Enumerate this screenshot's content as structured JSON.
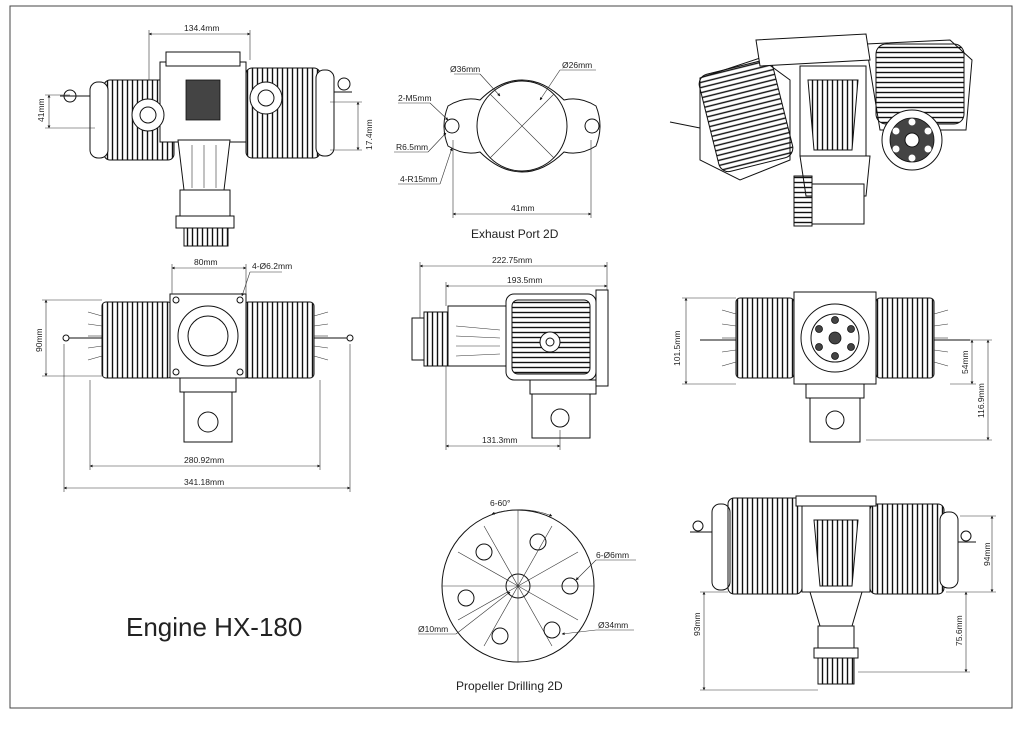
{
  "title": "Engine HX-180",
  "captions": {
    "exhaust": "Exhaust Port 2D",
    "propeller": "Propeller Drilling 2D"
  },
  "dims": {
    "top_width": "134.4mm",
    "top_left_h": "41mm",
    "top_right_h": "17.4mm",
    "ex_d36": "Ø36mm",
    "ex_d26": "Ø26mm",
    "ex_2m5": "2-M5mm",
    "ex_r65": "R6.5mm",
    "ex_4r15": "4-R15mm",
    "ex_41": "41mm",
    "front_80": "80mm",
    "front_4d62": "4-Ø6.2mm",
    "front_90": "90mm",
    "front_28092": "280.92mm",
    "front_34118": "341.18mm",
    "side_22275": "222.75mm",
    "side_1935": "193.5mm",
    "side_1313": "131.3mm",
    "rear_1015": "101.5mm",
    "rear_54": "54mm",
    "rear_1169": "116.9mm",
    "prop_660": "6-60°",
    "prop_6d6": "6-Ø6mm",
    "prop_d10": "Ø10mm",
    "prop_d34": "Ø34mm",
    "bot_94": "94mm",
    "bot_93": "93mm",
    "bot_756": "75.6mm"
  }
}
